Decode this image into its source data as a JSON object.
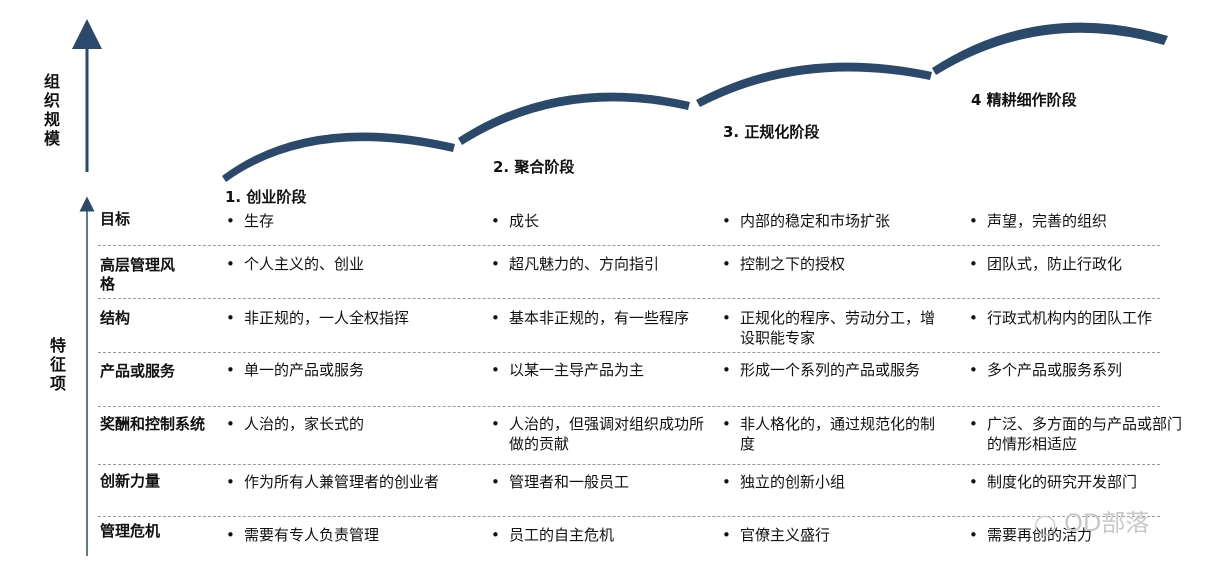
{
  "axis_labels": {
    "top": "组织规模",
    "bottom": "特征项"
  },
  "stages": [
    "1. 创业阶段",
    "2. 聚合阶段",
    "3. 正规化阶段",
    "4 精耕细作阶段"
  ],
  "rows": [
    {
      "label": "目标",
      "cells": [
        "生存",
        "成长",
        "内部的稳定和市场扩张",
        "声望，完善的组织"
      ]
    },
    {
      "label": "高层管理风格",
      "cells": [
        "个人主义的、创业",
        "超凡魅力的、方向指引",
        "控制之下的授权",
        "团队式，防止行政化"
      ]
    },
    {
      "label": "结构",
      "cells": [
        "非正规的，一人全权指挥",
        "基本非正规的，有一些程序",
        "正规化的程序、劳动分工，增设职能专家",
        "行政式机构内的团队工作"
      ]
    },
    {
      "label": "产品或服务",
      "cells": [
        "单一的产品或服务",
        "以某一主导产品为主",
        "形成一个系列的产品或服务",
        "多个产品或服务系列"
      ]
    },
    {
      "label": "奖酬和控制系统",
      "cells": [
        "人治的，家长式的",
        "人治的，但强调对组织成功所做的贡献",
        "非人格化的，通过规范化的制度",
        "广泛、多方面的与产品或部门的情形相适应"
      ]
    },
    {
      "label": "创新力量",
      "cells": [
        "作为所有人兼管理者的创业者",
        "管理者和一般员工",
        "独立的创新小组",
        "制度化的研究开发部门"
      ]
    },
    {
      "label": "管理危机",
      "cells": [
        "需要有专人负责管理",
        "员工的自主危机",
        "官僚主义盛行",
        "需要再创的活力"
      ]
    }
  ],
  "watermark": "OD部落",
  "colors": {
    "accent": "#2b4a6b",
    "divider": "#9a9a9a"
  }
}
